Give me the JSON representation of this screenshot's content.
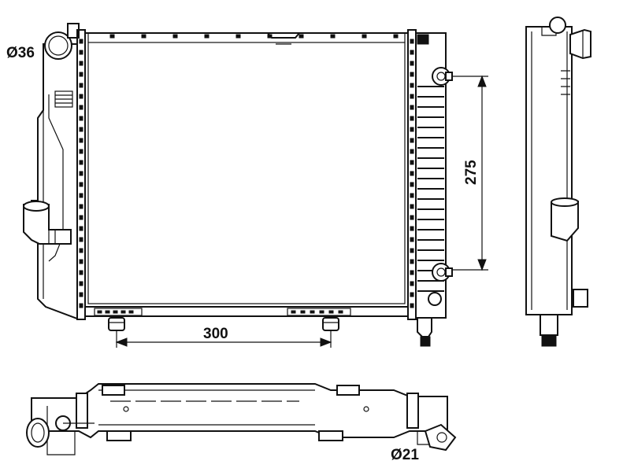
{
  "dimensions": {
    "inlet_diameter": "Ø36",
    "height": "275",
    "width": "300",
    "outlet_diameter": "Ø21"
  }
}
